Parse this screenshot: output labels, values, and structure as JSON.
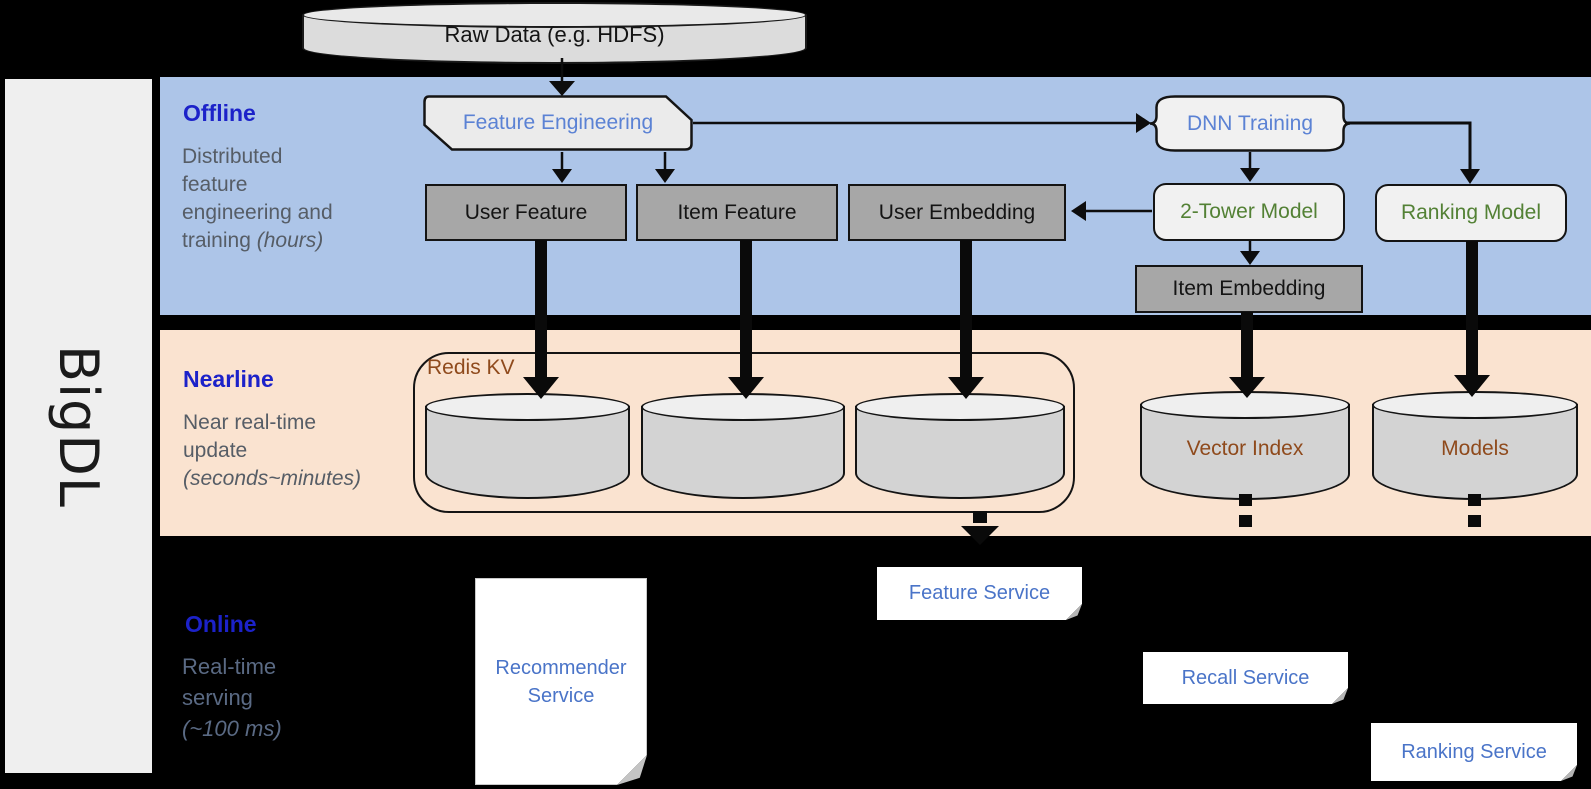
{
  "brand": {
    "name": "BigDL"
  },
  "raw_data": {
    "label": "Raw Data (e.g. HDFS)"
  },
  "sections": {
    "offline": {
      "title": "Offline",
      "lines": [
        "Distributed",
        "feature",
        "engineering and",
        "training "
      ],
      "italic": "(hours)"
    },
    "nearline": {
      "title": "Nearline",
      "lines": [
        "Near real-time",
        "update"
      ],
      "italic": "(seconds~minutes)"
    },
    "online": {
      "title": "Online",
      "lines": [
        "Real-time",
        "serving"
      ],
      "italic": "(~100 ms)"
    }
  },
  "nodes": {
    "feature_engineering": "Feature Engineering",
    "dnn_training": "DNN Training",
    "user_feature": "User Feature",
    "item_feature": "Item Feature",
    "user_embedding": "User Embedding",
    "two_tower_model": "2-Tower Model",
    "ranking_model": "Ranking Model",
    "item_embedding": "Item Embedding"
  },
  "storage": {
    "redis_kv": "Redis KV",
    "vector_index": "Vector Index",
    "models": "Models"
  },
  "services": {
    "recommender": [
      "Recommender",
      "Service"
    ],
    "feature": "Feature Service",
    "recall": "Recall Service",
    "ranking": "Ranking Service"
  },
  "colors": {
    "background": "#000000",
    "sidebar_bg": "#efefef",
    "band_offline": "#adc5e8",
    "band_nearline": "#fae3d0",
    "title_blue": "#1c22c9",
    "subtitle_gray": "#565d66",
    "subtitle_gray_on_black": "#5a6a84",
    "node_text_blue": "#5b82d4",
    "service_text_blue": "#4a74c8",
    "model_text_green": "#538135",
    "storage_text_brown": "#8f4a1c",
    "feature_box_gray": "#a7a7a7",
    "shape_fill_light": "#f1f1f1",
    "cylinder_fill": "#d3d3d3"
  }
}
